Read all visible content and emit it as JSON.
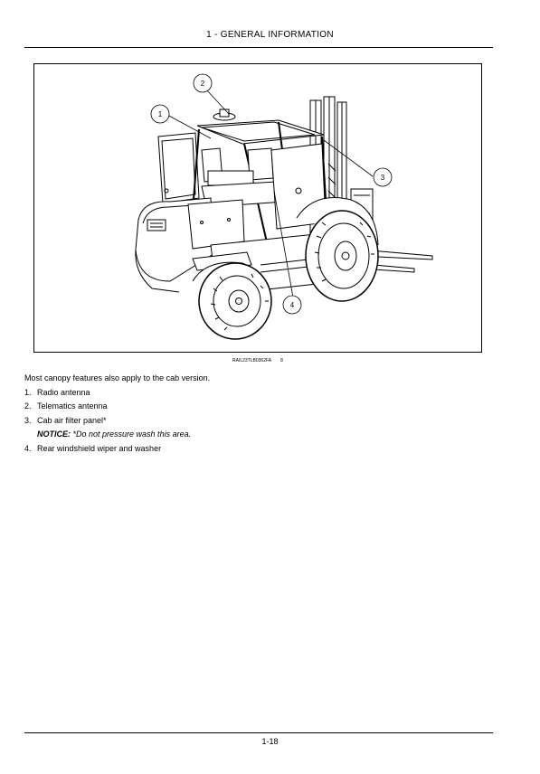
{
  "header": {
    "title": "1 - GENERAL INFORMATION"
  },
  "figure": {
    "reference_code": "RAIL23TLB0362FA",
    "figure_number": "8",
    "callouts": [
      "1",
      "2",
      "3",
      "4"
    ]
  },
  "content": {
    "intro": "Most canopy features also apply to the cab version.",
    "items": [
      {
        "number": "1.",
        "text": "Radio antenna"
      },
      {
        "number": "2.",
        "text": "Telematics antenna"
      },
      {
        "number": "3.",
        "text": "Cab air filter panel*"
      },
      {
        "number": "4.",
        "text": "Rear windshield wiper and washer"
      }
    ],
    "notice_label": "NOTICE:",
    "notice_text": "*Do not pressure wash this area."
  },
  "footer": {
    "page_number": "1-18"
  },
  "colors": {
    "line": "#000000",
    "background": "#ffffff"
  }
}
